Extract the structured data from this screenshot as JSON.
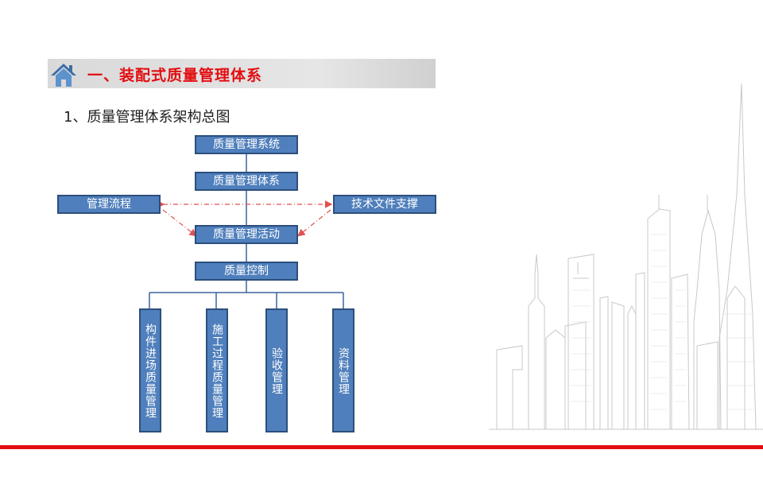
{
  "header": {
    "title": "一、装配式质量管理体系",
    "home_icon": "home-icon"
  },
  "subtitle": "1、质量管理体系架构总图",
  "diagram": {
    "system": "质量管理系统",
    "framework": "质量管理体系",
    "process": "管理流程",
    "tech_support": "技术文件支撑",
    "activity": "质量管理活动",
    "control": "质量控制",
    "branches": [
      "构件进场质量管理",
      "施工过程质量管理",
      "验收管理",
      "资料管理"
    ]
  },
  "colors": {
    "accent": "#e30d11",
    "node_fill": "#4f7fbc",
    "node_border": "#2c4f7c",
    "connector": "#3a64a0",
    "dashed": "#e15050"
  }
}
